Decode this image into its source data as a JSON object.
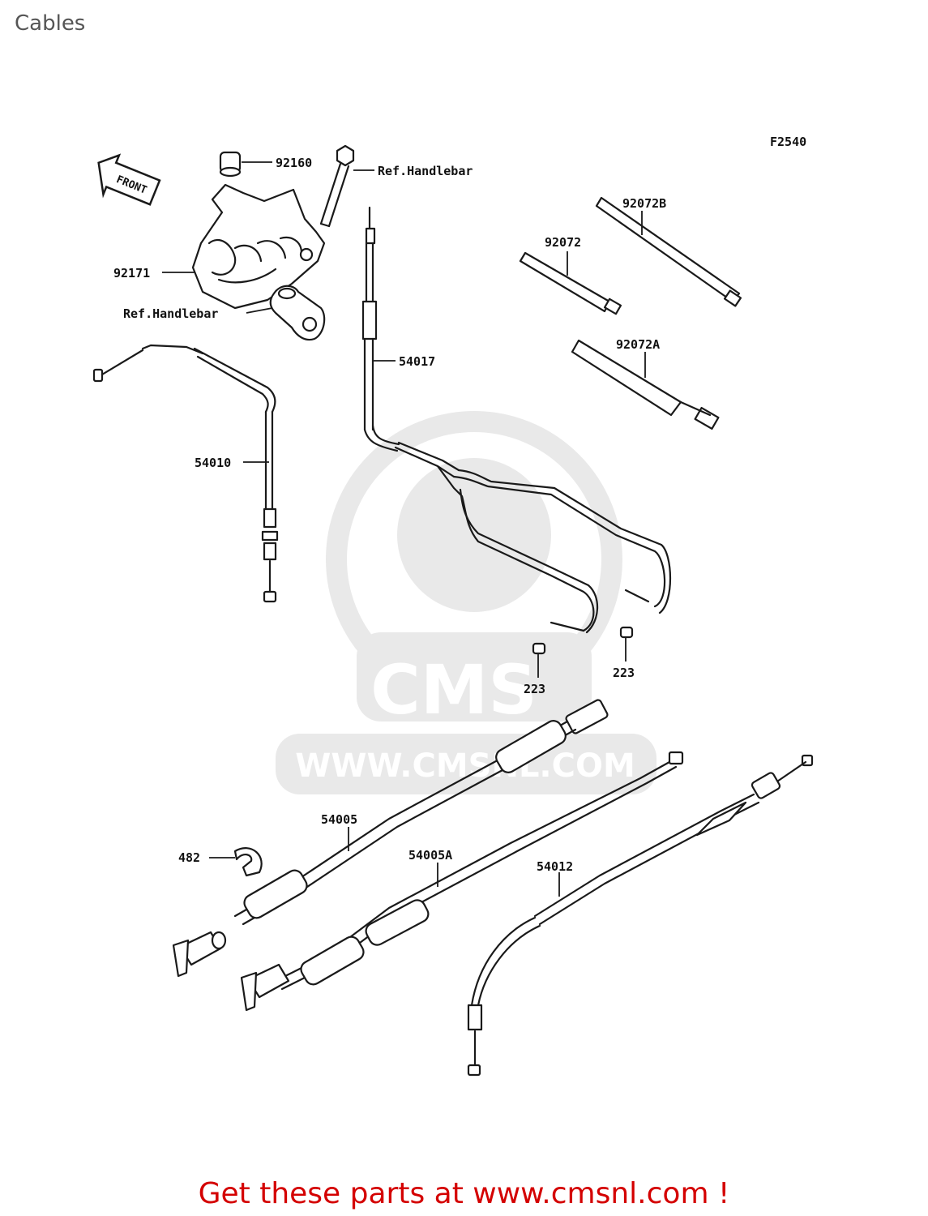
{
  "page": {
    "title": "Cables"
  },
  "diagram": {
    "figure_code": "F2540",
    "front_arrow_text": "FRONT",
    "parts": [
      {
        "id": "92160",
        "label": "92160"
      },
      {
        "id": "ref-handlebar-1",
        "label": "Ref.Handlebar"
      },
      {
        "id": "92171",
        "label": "92171"
      },
      {
        "id": "ref-handlebar-2",
        "label": "Ref.Handlebar"
      },
      {
        "id": "54010",
        "label": "54010"
      },
      {
        "id": "54017",
        "label": "54017"
      },
      {
        "id": "92072B",
        "label": "92072B"
      },
      {
        "id": "92072",
        "label": "92072"
      },
      {
        "id": "92072A",
        "label": "92072A"
      },
      {
        "id": "223-left",
        "label": "223"
      },
      {
        "id": "223-right",
        "label": "223"
      },
      {
        "id": "54005",
        "label": "54005"
      },
      {
        "id": "482",
        "label": "482"
      },
      {
        "id": "54005A",
        "label": "54005A"
      },
      {
        "id": "54012",
        "label": "54012"
      }
    ]
  },
  "watermark": {
    "brand": "CMS",
    "url": "WWW.CMSNL.COM"
  },
  "footer": {
    "text": "Get these parts at www.cmsnl.com !",
    "color": "#d40000"
  },
  "colors": {
    "line": "#1a1a1a",
    "watermark": "#e9e9e9"
  }
}
